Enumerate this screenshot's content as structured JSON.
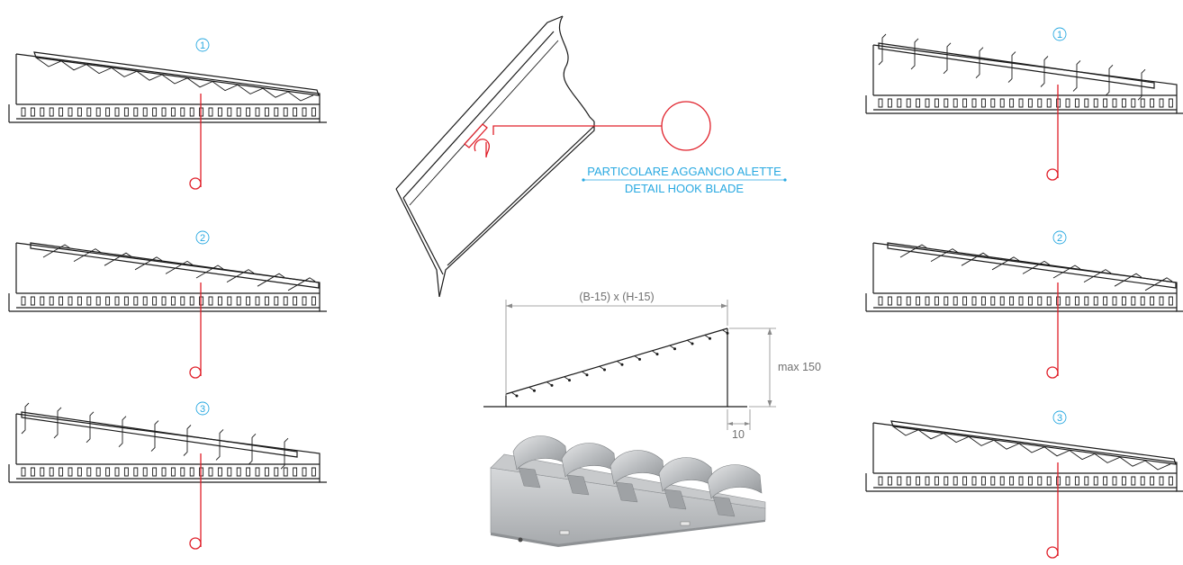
{
  "panels": {
    "left_top": {
      "number": "1",
      "blade_style": "zigzag"
    },
    "left_mid": {
      "number": "2",
      "blade_style": "hooks"
    },
    "left_bottom": {
      "number": "3",
      "blade_style": "vertical"
    },
    "right_top": {
      "number": "1",
      "blade_style": "vertical"
    },
    "right_mid": {
      "number": "2",
      "blade_style": "hooks"
    },
    "right_bottom": {
      "number": "3",
      "blade_style": "zigzag"
    }
  },
  "detail": {
    "label_it": "PARTICOLARE AGGANCIO ALETTE",
    "label_en": "DETAIL HOOK BLADE"
  },
  "section": {
    "width_label": "(B-15) x (H-15)",
    "height_label": "max 150",
    "offset_label": "10"
  },
  "colors": {
    "line": "#1a1a1a",
    "leader": "#e0202a",
    "annotation": "#29a9e1",
    "dimension": "#8a8a8a",
    "metal": "#b9bcbf"
  }
}
